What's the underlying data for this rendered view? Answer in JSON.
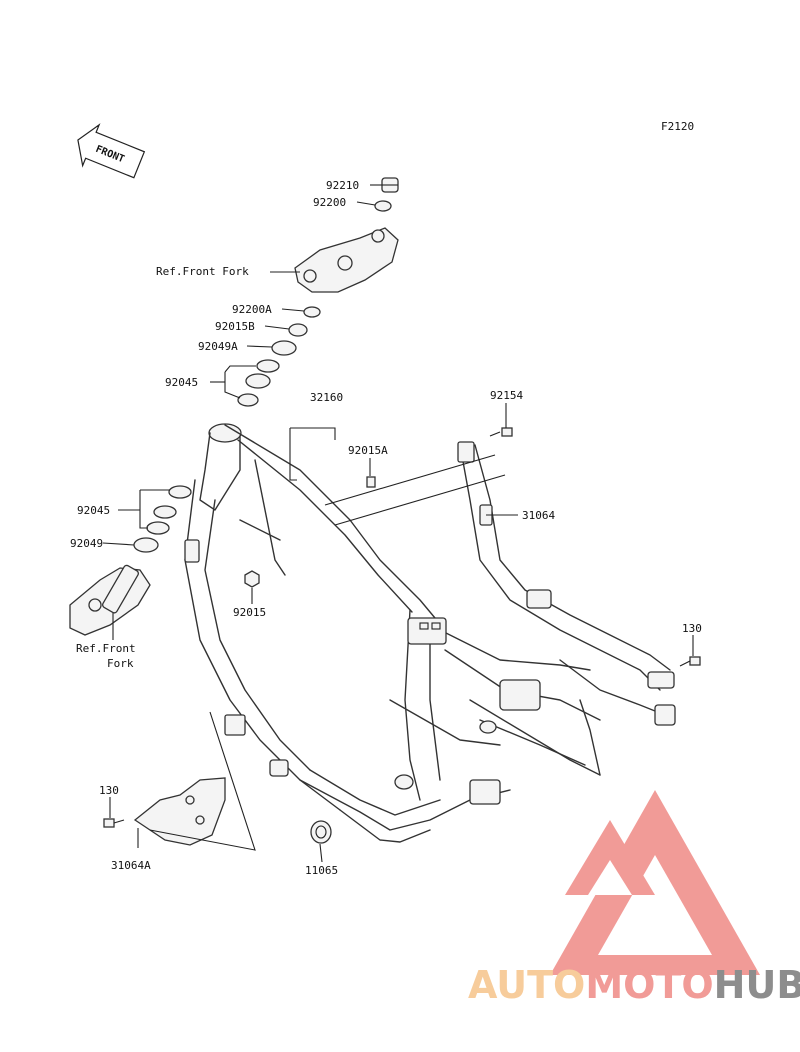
{
  "diagram": {
    "figure_code": "F2120",
    "front_label": "FRONT",
    "parts": [
      {
        "id": "92210",
        "label": "92210"
      },
      {
        "id": "92200",
        "label": "92200"
      },
      {
        "id": "ref-front-fork-top",
        "label": "Ref.Front Fork"
      },
      {
        "id": "92200A",
        "label": "92200A"
      },
      {
        "id": "92015B",
        "label": "92015B"
      },
      {
        "id": "92049A",
        "label": "92049A"
      },
      {
        "id": "92045-top",
        "label": "92045"
      },
      {
        "id": "32160",
        "label": "32160"
      },
      {
        "id": "92015A",
        "label": "92015A"
      },
      {
        "id": "92154",
        "label": "92154"
      },
      {
        "id": "92045-bottom",
        "label": "92045"
      },
      {
        "id": "31064",
        "label": "31064"
      },
      {
        "id": "92049",
        "label": "92049"
      },
      {
        "id": "92015",
        "label": "92015"
      },
      {
        "id": "ref-front-fork-bottom-1",
        "label": "Ref.Front"
      },
      {
        "id": "ref-front-fork-bottom-2",
        "label": "Fork"
      },
      {
        "id": "130-right",
        "label": "130"
      },
      {
        "id": "130-left",
        "label": "130"
      },
      {
        "id": "31064A",
        "label": "31064A"
      },
      {
        "id": "11065",
        "label": "11065"
      }
    ]
  },
  "watermark": {
    "text_part1": "AUTO",
    "text_part2": "MOTO",
    "text_part3": "HUB",
    "colors": {
      "part1": "#f6c48a",
      "part2": "#ef8a86",
      "part3": "#7a7a7a",
      "triangle": "#ef8a86"
    }
  }
}
